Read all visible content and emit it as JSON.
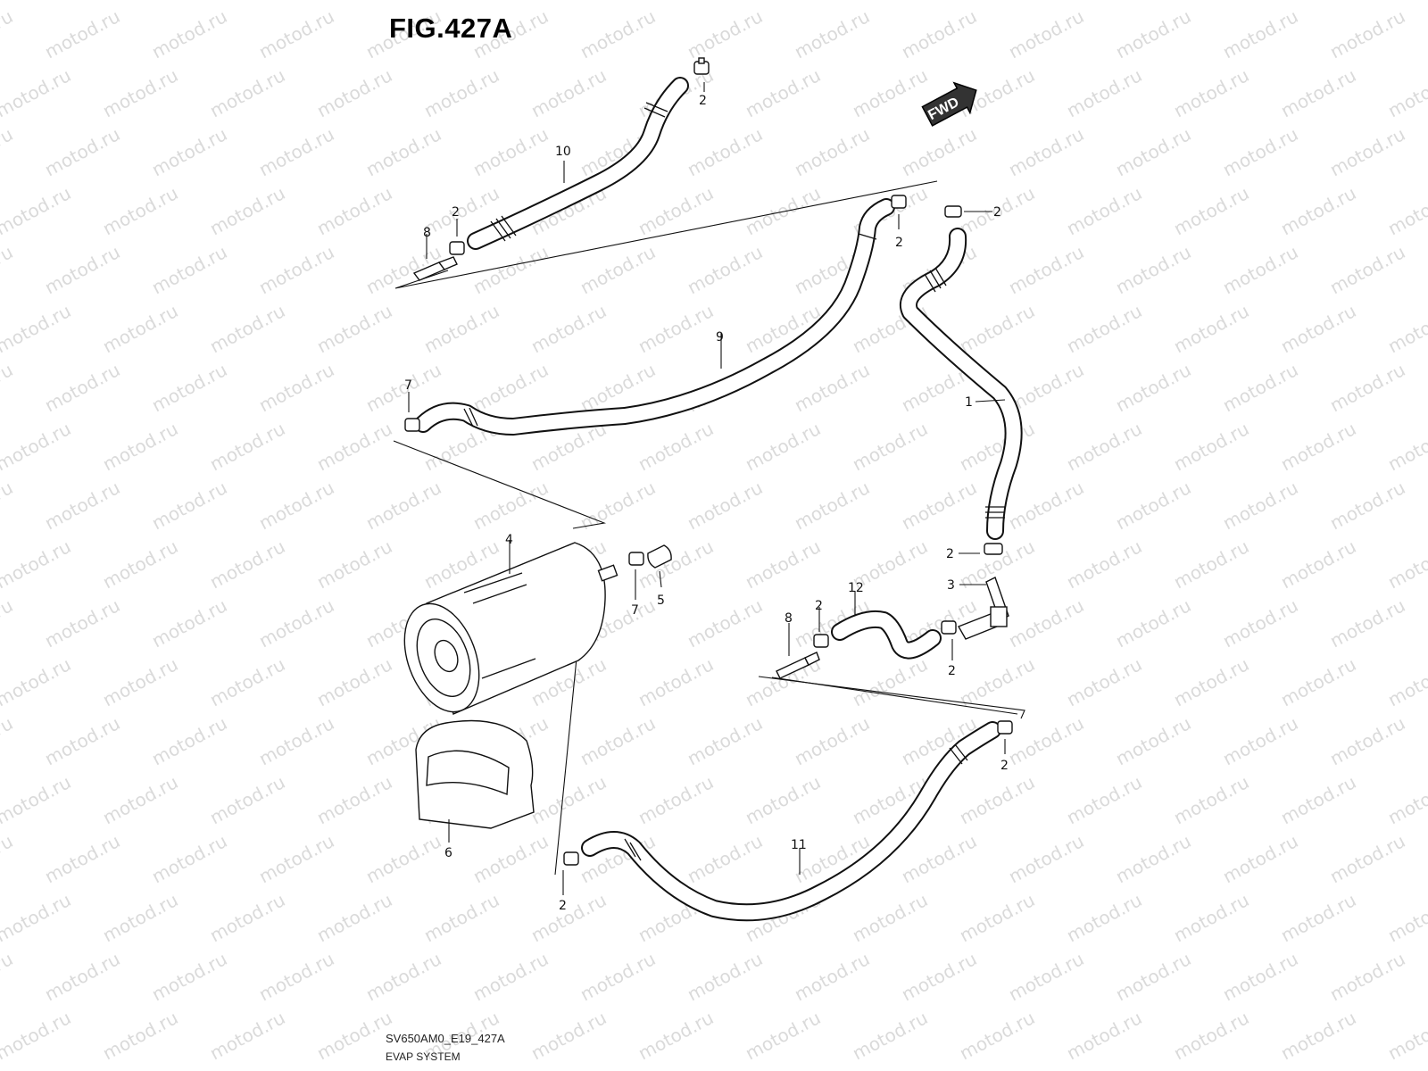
{
  "figure": {
    "title": "FIG.427A",
    "code": "SV650AM0_E19_427A",
    "name": "EVAP SYSTEM",
    "direction_badge": "FWD",
    "watermark": "motod.ru"
  },
  "callouts": {
    "c1": "1",
    "c2a": "2",
    "c2b": "2",
    "c2c": "2",
    "c2d": "2",
    "c2e": "2",
    "c2f": "2",
    "c2g": "2",
    "c2h": "2",
    "c2i": "2",
    "c3": "3",
    "c4": "4",
    "c5": "5",
    "c6": "6",
    "c7a": "7",
    "c7b": "7",
    "c8a": "8",
    "c8b": "8",
    "c9": "9",
    "c10": "10",
    "c11": "11",
    "c12": "12"
  },
  "colors": {
    "line": "#111111",
    "watermark": "#bcbcbc",
    "background": "#ffffff"
  }
}
